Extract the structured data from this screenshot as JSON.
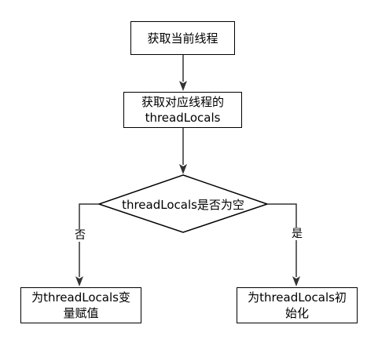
{
  "nodes": {
    "start": {
      "text": "获取当前线程"
    },
    "get_locals": {
      "line1": "获取对应线程的",
      "line2": "threadLocals"
    },
    "decision": {
      "text": "threadLocals是否为空"
    },
    "assign": {
      "line1": "为threadLocals变",
      "line2": "量赋值"
    },
    "init": {
      "line1": "为threadLocals初",
      "line2": "始化"
    }
  },
  "edges": {
    "no_label": "否",
    "yes_label": "是"
  },
  "colors": {
    "stroke": "#000000",
    "background": "#ffffff",
    "arrow": "#333333"
  }
}
